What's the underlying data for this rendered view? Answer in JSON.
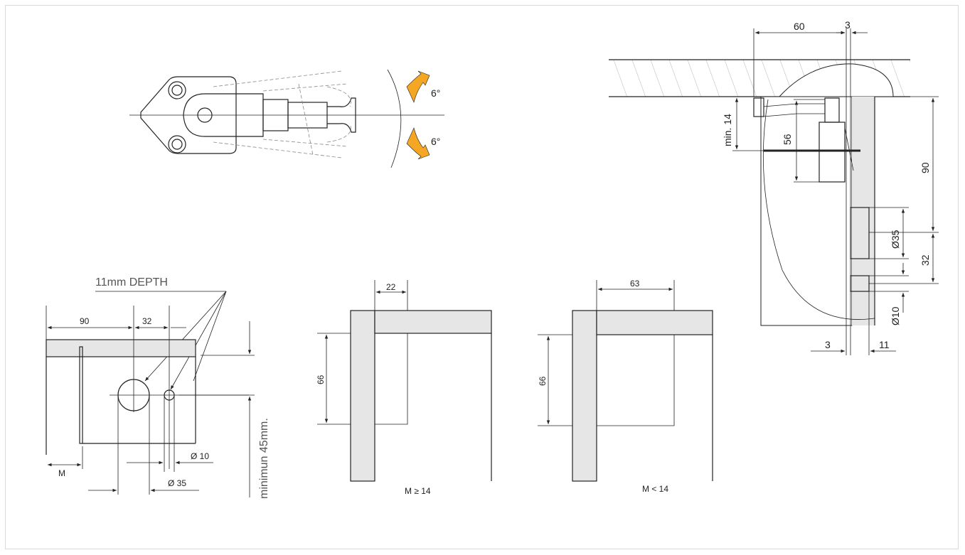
{
  "labels": {
    "angle_up": "6°",
    "angle_down": "6°",
    "top_60": "60",
    "top_3": "3",
    "min14": "min. 14",
    "d56": "56",
    "d90_right": "90",
    "d35_right": "Ø35",
    "d32_right": "32",
    "d10_right": "Ø10",
    "bot_3": "3",
    "bot_11": "11",
    "depth_note": "11mm DEPTH",
    "d90_left": "90",
    "d32_left": "32",
    "m_left": "M",
    "d10_left": "Ø 10",
    "d35_left": "Ø 35",
    "min45": "minimun 45mm.",
    "d22": "22",
    "d66_a": "66",
    "cond_a": "M ≥ 14",
    "d63": "63",
    "d66_b": "66",
    "cond_b": "M < 14"
  },
  "colors": {
    "line": "#222222",
    "panel_fill": "#e6e6e6",
    "arrow_fill": "#f5a623",
    "frame": "#d9d9d9"
  }
}
